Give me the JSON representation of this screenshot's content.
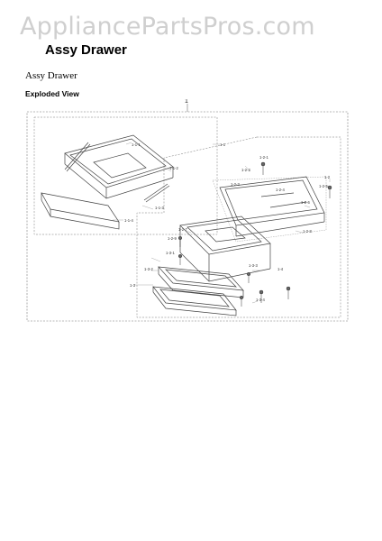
{
  "watermark": "AppliancePartsPros.com",
  "page": {
    "title": "Assy Drawer",
    "subtitle": "Assy Drawer",
    "section_label": "Exploded View"
  },
  "diagram": {
    "assembly_callout": "1",
    "callouts": {
      "c1": "1-1",
      "c2": "1-1-1",
      "c3": "1-1-2",
      "c4": "1-1-3",
      "c5": "1-1-4",
      "c6": "1-2",
      "c7": "1-2-1",
      "c8": "1-2-2",
      "c9": "1-2-3",
      "c10": "1-2-4",
      "c11": "1-2-5",
      "c12": "1-2-6",
      "c13": "1-2-7",
      "c14": "1-2-8",
      "c15": "1-2-9",
      "c16": "1-3",
      "c17": "1-3-1",
      "c18": "1-3-2",
      "c19": "1-3-3",
      "c20": "1-3-4",
      "c21": "1-4"
    }
  }
}
